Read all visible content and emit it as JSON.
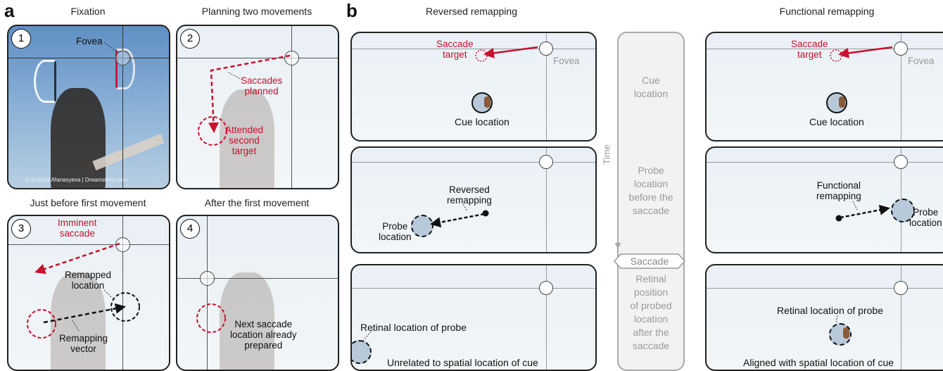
{
  "panel_a": {
    "letter": "a",
    "titles": [
      "Fixation",
      "Planning two movements",
      "Just before first movement",
      "After the first movement"
    ],
    "numbers": [
      "1",
      "2",
      "3",
      "4"
    ],
    "fovea": "Fovea",
    "credit": "© Kristina Afanasyeva | Dreamstime.com",
    "saccades_planned": "Saccades\nplanned",
    "attended_second_target": "Attended\nsecond\ntarget",
    "imminent_saccade": "Imminent\nsaccade",
    "remapped_location": "Remapped\nlocation",
    "remapping_vector": "Remapping\nvector",
    "next_saccade": "Next saccade\nlocation already\nprepared"
  },
  "panel_b": {
    "letter": "b",
    "left_title": "Reversed remapping",
    "right_title": "Functional remapping",
    "saccade_target": "Saccade\ntarget",
    "fovea": "Fovea",
    "cue_location": "Cue location",
    "reversed_remapping": "Reversed\nremapping",
    "probe_location_left": "Probe\nlocation",
    "functional_remapping": "Functional\nremapping",
    "probe_location_right": "Probe\nlocation",
    "retinal_location_of_probe": "Retinal location of probe",
    "unrelated": "Unrelated to spatial location of cue",
    "aligned": "Aligned with spatial location of cue"
  },
  "timeline": {
    "time_label": "Time",
    "cue_location": "Cue\nlocation",
    "probe_before": "Probe\nlocation\nbefore the\nsaccade",
    "saccade": "Saccade",
    "retinal_position": "Retinal\nposition\nof probed\nlocation\nafter the\nsaccade"
  },
  "colors": {
    "accent_red": "#c8102e",
    "frame": "#222222",
    "timeline_gray": "#aaaaaa"
  }
}
